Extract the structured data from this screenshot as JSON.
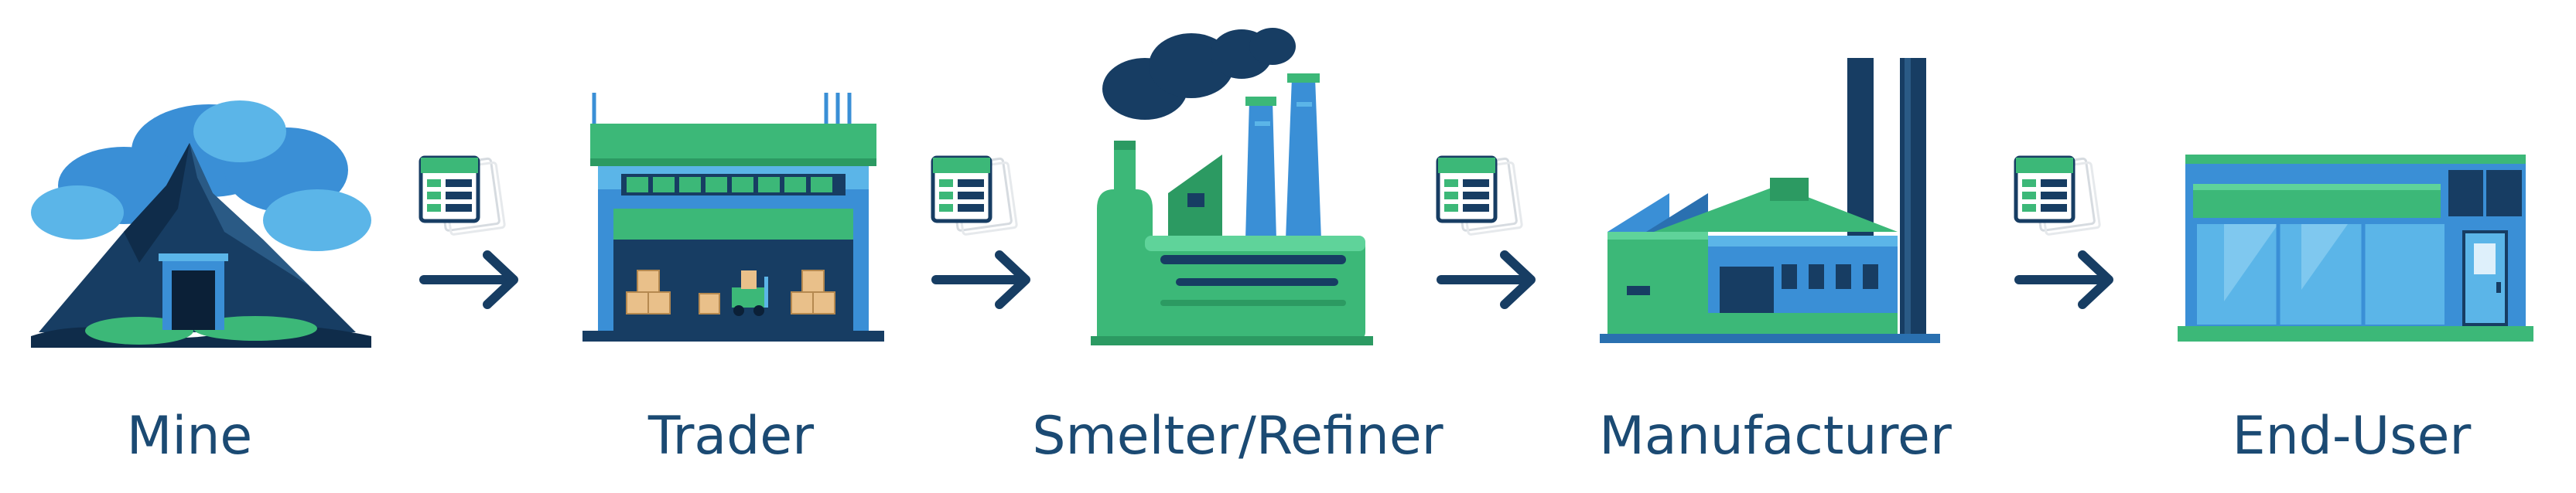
{
  "steps": [
    {
      "label": "Mine",
      "icon": "mine-icon"
    },
    {
      "label": "Trader",
      "icon": "warehouse-icon"
    },
    {
      "label": "Smelter/Refiner",
      "icon": "smelter-factory-icon"
    },
    {
      "label": "Manufacturer",
      "icon": "manufacturing-plant-icon"
    },
    {
      "label": "End-User",
      "icon": "storefront-icon"
    }
  ],
  "connectors": [
    {
      "icon": "document-arrow-icon"
    },
    {
      "icon": "document-arrow-icon"
    },
    {
      "icon": "document-arrow-icon"
    },
    {
      "icon": "document-arrow-icon"
    }
  ],
  "colors": {
    "label_text": "#1b4a73",
    "navy": "#173d63",
    "sky_blue": "#3a8fd6",
    "light_blue": "#5bb5e8",
    "green": "#3cb878",
    "light_green": "#5fd39a"
  }
}
